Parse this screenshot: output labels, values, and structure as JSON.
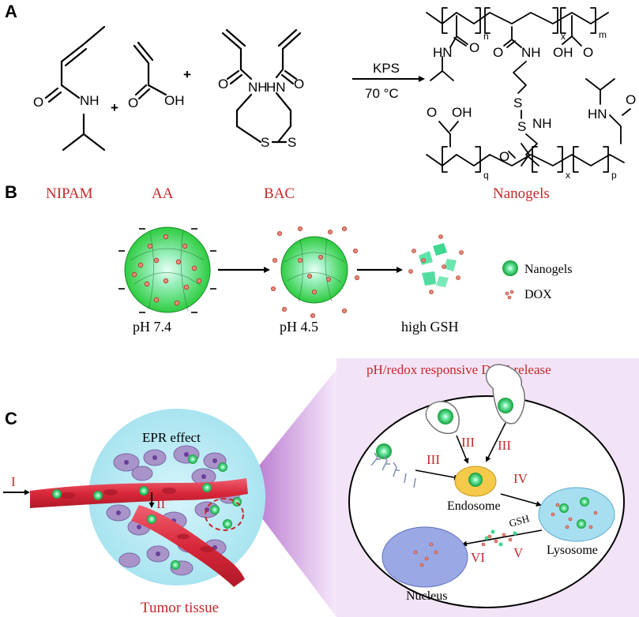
{
  "panels": {
    "a": "A",
    "b": "B",
    "c": "C"
  },
  "panel_a": {
    "nipam": {
      "name": "NIPAM",
      "nh": "NH",
      "o": "O"
    },
    "aa": {
      "name": "AA",
      "oh": "OH",
      "o": "O"
    },
    "bac": {
      "name": "BAC",
      "nh1": "NH",
      "nh2": "HN",
      "o1": "O",
      "o2": "O",
      "s1": "S",
      "s2": "S"
    },
    "plus": "+",
    "reagent": "KPS",
    "temperature": "70 °C",
    "product": {
      "name": "Nanogels",
      "n": "n",
      "x1": "x",
      "m": "m",
      "q": "q",
      "x2": "x",
      "p": "p",
      "hn1": "HN",
      "o1": "O",
      "o2": "O",
      "nh_top": "NH",
      "oh_top": "OH",
      "o3": "O",
      "s1": "S",
      "s2": "S",
      "hn2": "HN",
      "o4": "O",
      "oh_bot": "OH",
      "o5": "O",
      "nh_bot": "NH",
      "o6": "O"
    }
  },
  "panel_b": {
    "stages": [
      "pH 7.4",
      "pH 4.5",
      "high GSH"
    ],
    "legend": [
      {
        "label": "Nanogels",
        "color": "#2ecc40"
      },
      {
        "label": "DOX",
        "color": "#c62828"
      }
    ]
  },
  "panel_c": {
    "title": "pH/redox responsive DOX release",
    "epr": "EPR effect",
    "tumor": "Tumor tissue",
    "steps": {
      "i": "I",
      "ii": "II",
      "iii_a": "III",
      "iii_b": "III",
      "iii_c": "III",
      "iv": "IV",
      "v": "V",
      "vi": "VI"
    },
    "organelles": {
      "endosome": "Endosome",
      "lysosome": "Lysosome",
      "nucleus": "Nucleus"
    },
    "gsh": "GSH"
  },
  "colors": {
    "label_red": "#c62828",
    "nanogel_green": "#2ecc40",
    "vessel_red": "#d8283a",
    "tumor_blue": "#a8e4f0",
    "cell_purple": "#f3e3f7",
    "endosome_yellow": "#f5c94a",
    "lysosome_blue": "#a8dff0",
    "nucleus_blue": "#9aa8e4"
  }
}
